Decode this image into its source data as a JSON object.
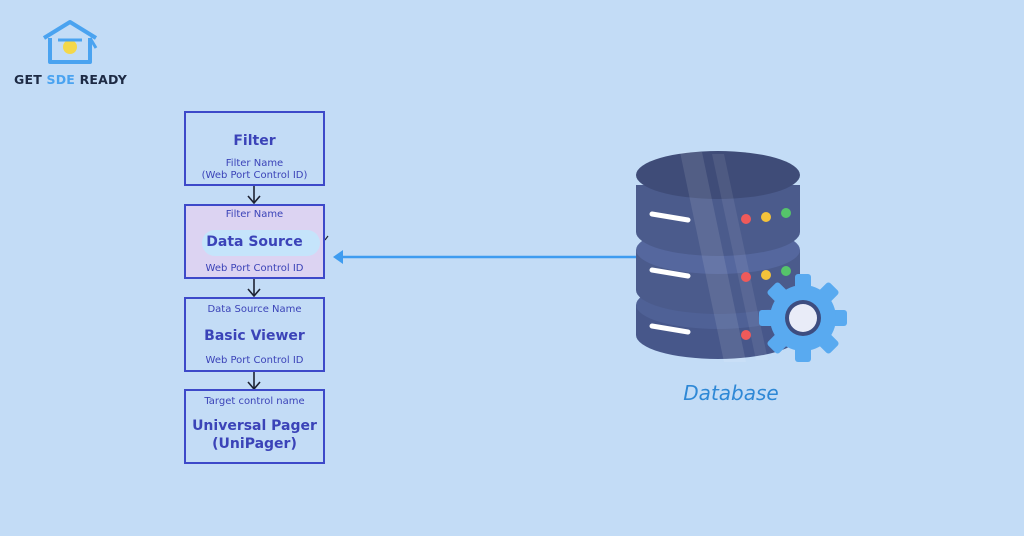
{
  "logo": {
    "brand_get": "GET",
    "brand_sde": "SDE",
    "brand_ready": "READY"
  },
  "flow": {
    "filter": {
      "title": "Filter",
      "line1": "Filter Name",
      "line2": "(Web Port Control ID)"
    },
    "data_source": {
      "top_label": "Filter Name",
      "title": "Data Source",
      "bottom_label": "Web Port Control ID"
    },
    "basic_viewer": {
      "top_label": "Data Source Name",
      "title": "Basic Viewer",
      "bottom_label": "Web Port Control ID"
    },
    "universal_pager": {
      "top_label": "Target control name",
      "title_line1": "Universal Pager",
      "title_line2": "(UniPager)"
    }
  },
  "database": {
    "label": "Database",
    "icon": "database-server-gear-icon"
  },
  "colors": {
    "background": "#c3dcf6",
    "box_border": "#3d49c9",
    "box_text": "#3b43b8",
    "arrow": "#3e9cf0",
    "db_body": "#4b5b8c",
    "gear": "#59aaf0"
  }
}
